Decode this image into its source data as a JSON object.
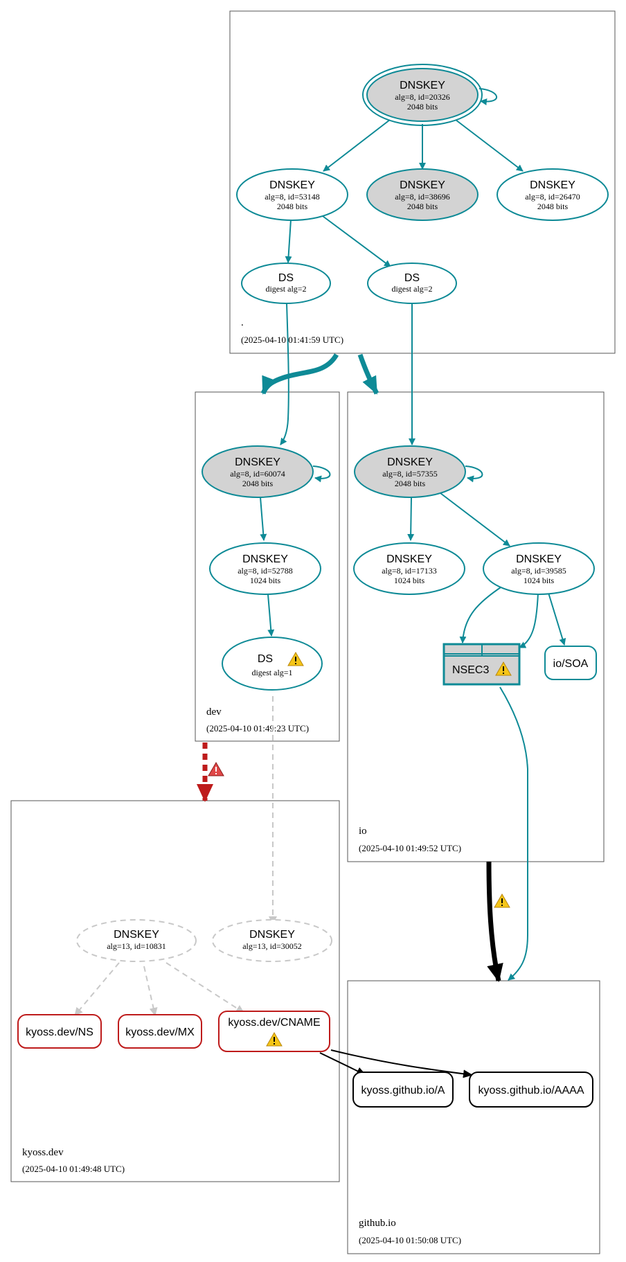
{
  "colors": {
    "secure": "#0e8a96",
    "bogus": "#be1b1b",
    "insecure": "#000000",
    "non_existent": "#c8c8c8",
    "sep_fill": "#d3d3d3",
    "warning": "#f5c518"
  },
  "zones": {
    "root": {
      "name": ".",
      "time": "(2025-04-10 01:41:59 UTC)"
    },
    "dev": {
      "name": "dev",
      "time": "(2025-04-10 01:49:23 UTC)"
    },
    "io": {
      "name": "io",
      "time": "(2025-04-10 01:49:52 UTC)"
    },
    "kyoss": {
      "name": "kyoss.dev",
      "time": "(2025-04-10 01:49:48 UTC)"
    },
    "github": {
      "name": "github.io",
      "time": "(2025-04-10 01:50:08 UTC)"
    }
  },
  "nodes": {
    "root_ksk": {
      "title": "DNSKEY",
      "l1": "alg=8, id=20326",
      "l2": "2048 bits"
    },
    "root_zsk1": {
      "title": "DNSKEY",
      "l1": "alg=8, id=53148",
      "l2": "2048 bits"
    },
    "root_zsk2": {
      "title": "DNSKEY",
      "l1": "alg=8, id=38696",
      "l2": "2048 bits"
    },
    "root_zsk3": {
      "title": "DNSKEY",
      "l1": "alg=8, id=26470",
      "l2": "2048 bits"
    },
    "ds_dev": {
      "title": "DS",
      "l1": "digest alg=2"
    },
    "ds_io": {
      "title": "DS",
      "l1": "digest alg=2"
    },
    "dev_ksk": {
      "title": "DNSKEY",
      "l1": "alg=8, id=60074",
      "l2": "2048 bits"
    },
    "dev_zsk": {
      "title": "DNSKEY",
      "l1": "alg=8, id=52788",
      "l2": "1024 bits"
    },
    "ds_kyoss": {
      "title": "DS",
      "l1": "digest alg=1"
    },
    "io_ksk": {
      "title": "DNSKEY",
      "l1": "alg=8, id=57355",
      "l2": "2048 bits"
    },
    "io_zsk1": {
      "title": "DNSKEY",
      "l1": "alg=8, id=17133",
      "l2": "1024 bits"
    },
    "io_zsk2": {
      "title": "DNSKEY",
      "l1": "alg=8, id=39585",
      "l2": "1024 bits"
    },
    "nsec3": {
      "title": "NSEC3"
    },
    "io_soa": {
      "title": "io/SOA"
    },
    "kyoss_key1": {
      "title": "DNSKEY",
      "l1": "alg=13, id=10831"
    },
    "kyoss_key2": {
      "title": "DNSKEY",
      "l1": "alg=13, id=30052"
    },
    "kyoss_ns": {
      "title": "kyoss.dev/NS"
    },
    "kyoss_mx": {
      "title": "kyoss.dev/MX"
    },
    "kyoss_cname": {
      "title": "kyoss.dev/CNAME"
    },
    "gh_a": {
      "title": "kyoss.github.io/A"
    },
    "gh_aaaa": {
      "title": "kyoss.github.io/AAAA"
    }
  }
}
